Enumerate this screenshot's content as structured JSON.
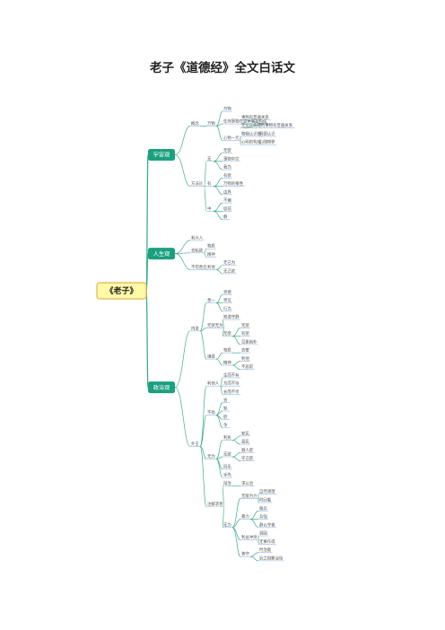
{
  "document": {
    "title": "老子《道德经》全文白话文"
  },
  "colors": {
    "root_fill": "#fff9a8",
    "root_stroke": "#e0b84a",
    "branch_fill": "#1aa07e",
    "line": "#3fae84",
    "underline": "#8fb8e0"
  },
  "mindmap": {
    "root": "《老子》",
    "branches": [
      {
        "label": "宇宙观",
        "children": [
          {
            "label": "概念",
            "children": [
              {
                "label": "万物",
                "children": [
                  {
                    "label": "万物",
                    "children": []
                  },
                  {
                    "label": "任何事物在变手事物构成",
                    "children": [
                      {
                        "label": "事物有普遍关系",
                        "children": []
                      },
                      {
                        "label": "无论在构成的事物有普遍关系",
                        "children": []
                      }
                    ]
                  },
                  {
                    "label": "心物一元",
                    "children": [
                      {
                        "label": "物我认识观",
                        "children": [
                          {
                            "label": "明德认识",
                            "children": []
                          }
                        ]
                      },
                      {
                        "label": "心明的构成",
                        "children": [
                          {
                            "label": "心随物移",
                            "children": []
                          }
                        ]
                      }
                    ]
                  }
                ]
              }
            ]
          },
          {
            "label": "方法论",
            "children": [
              {
                "label": "无",
                "children": [
                  {
                    "label": "无欲",
                    "children": []
                  },
                  {
                    "label": "事物中空",
                    "children": []
                  },
                  {
                    "label": "我为",
                    "children": []
                  }
                ]
              },
              {
                "label": "有",
                "children": [
                  {
                    "label": "有欲",
                    "children": []
                  },
                  {
                    "label": "万物的根性",
                    "children": []
                  },
                  {
                    "label": "边界",
                    "children": []
                  }
                ]
              },
              {
                "label": "中",
                "children": [
                  {
                    "label": "不偏",
                    "children": []
                  },
                  {
                    "label": "居前",
                    "children": []
                  },
                  {
                    "label": "静",
                    "children": []
                  }
                ]
              }
            ]
          }
        ]
      },
      {
        "label": "人生观",
        "children": [
          {
            "label": "利众人",
            "children": []
          },
          {
            "label": "去私欲",
            "children": [
              {
                "label": "物质",
                "children": []
              },
              {
                "label": "精神",
                "children": []
              }
            ]
          },
          {
            "label": "不苟善念",
            "children": [
              {
                "label": "利他",
                "children": [
                  {
                    "label": "无己为",
                    "children": []
                  },
                  {
                    "label": "无己欲",
                    "children": []
                  }
                ]
              }
            ]
          }
        ]
      },
      {
        "label": "政治观",
        "children": [
          {
            "label": "内圣",
            "children": [
              {
                "label": "善一",
                "children": [
                  {
                    "label": "贵德",
                    "children": []
                  },
                  {
                    "label": "贵信",
                    "children": []
                  },
                  {
                    "label": "行为",
                    "children": []
                  }
                ]
              },
              {
                "label": "无欲无为",
                "children": [
                  {
                    "label": "知道守静",
                    "children": []
                  },
                  {
                    "label": "无欲",
                    "children": [
                      {
                        "label": "无欲",
                        "children": []
                      },
                      {
                        "label": "有欲",
                        "children": []
                      },
                      {
                        "label": "见素抱朴",
                        "children": []
                      }
                    ]
                  }
                ]
              },
              {
                "label": "谦虚",
                "children": [
                  {
                    "label": "物质",
                    "children": [
                      {
                        "label": "去奢",
                        "children": []
                      }
                    ]
                  },
                  {
                    "label": "精神",
                    "children": [
                      {
                        "label": "利他",
                        "children": []
                      },
                      {
                        "label": "不居前",
                        "children": []
                      }
                    ]
                  }
                ]
              }
            ]
          },
          {
            "label": "外王",
            "children": [
              {
                "label": "利他人",
                "children": [
                  {
                    "label": "生而不有",
                    "children": []
                  },
                  {
                    "label": "为而不恃",
                    "children": []
                  },
                  {
                    "label": "长而不宰",
                    "children": []
                  }
                ]
              },
              {
                "label": "不尚",
                "children": [
                  {
                    "label": "贤",
                    "children": []
                  },
                  {
                    "label": "智",
                    "children": []
                  },
                  {
                    "label": "欲",
                    "children": []
                  },
                  {
                    "label": "争",
                    "children": []
                  }
                ]
              },
              {
                "label": "无为",
                "children": [
                  {
                    "label": "利民",
                    "children": [
                      {
                        "label": "安民",
                        "children": []
                      },
                      {
                        "label": "富民",
                        "children": []
                      }
                    ]
                  },
                  {
                    "label": "无欲",
                    "children": [
                      {
                        "label": "顺人欲",
                        "children": []
                      },
                      {
                        "label": "守己欲",
                        "children": []
                      }
                    ]
                  },
                  {
                    "label": "同乐",
                    "children": []
                  },
                  {
                    "label": "手先",
                    "children": []
                  }
                ]
              },
              {
                "label": "注解求善",
                "children": [
                  {
                    "label": "辩治",
                    "children": [
                      {
                        "label": "求公治",
                        "children": []
                      }
                    ]
                  },
                  {
                    "label": "无为",
                    "children": [
                      {
                        "label": "无能为力",
                        "children": [
                          {
                            "label": "自然调理",
                            "children": []
                          },
                          {
                            "label": "时间着",
                            "children": []
                          }
                        ]
                      },
                      {
                        "label": "暴力",
                        "children": [
                          {
                            "label": "服兵",
                            "children": []
                          },
                          {
                            "label": "兵强",
                            "children": []
                          },
                          {
                            "label": "静以守善",
                            "children": []
                          }
                        ]
                      },
                      {
                        "label": "利益冲突",
                        "children": [
                          {
                            "label": "调国",
                            "children": []
                          },
                          {
                            "label": "无事作得",
                            "children": []
                          }
                        ]
                      },
                      {
                        "label": "善守",
                        "children": [
                          {
                            "label": "时治能",
                            "children": []
                          },
                          {
                            "label": "近之相聚治怡",
                            "children": []
                          }
                        ]
                      }
                    ]
                  }
                ]
              }
            ]
          }
        ]
      }
    ]
  }
}
